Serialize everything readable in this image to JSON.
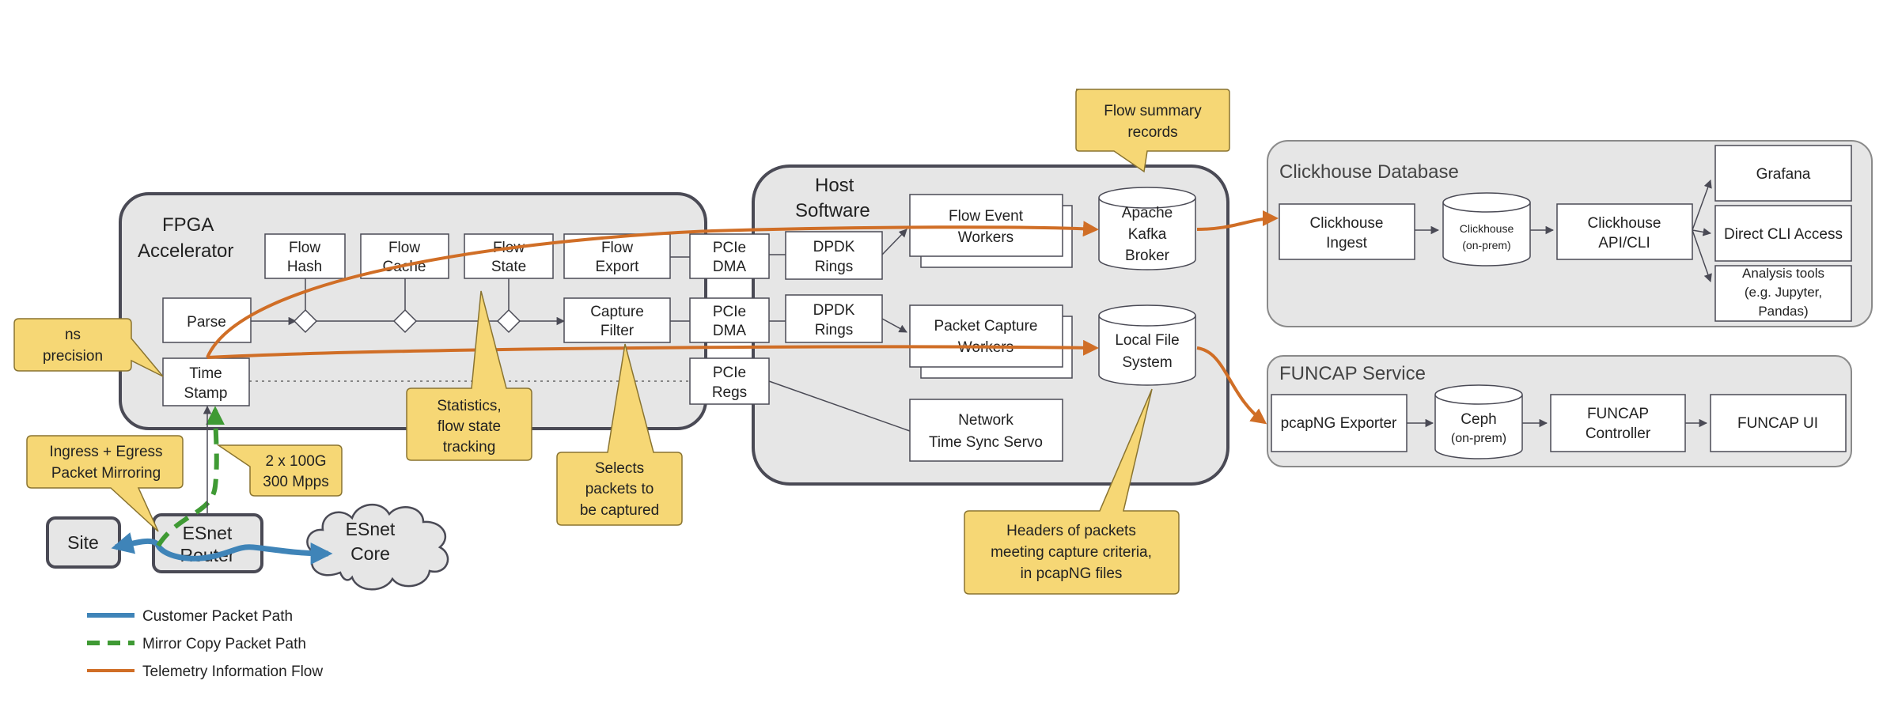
{
  "colors": {
    "region_fill": "#e6e6e6",
    "region_stroke": "#4a4a55",
    "box_stroke": "#4a4a55",
    "callout_fill": "#f6d775",
    "callout_stroke": "#8a7430",
    "customer_path": "#3f84b8",
    "mirror_path": "#3f9a34",
    "telemetry": "#d06e26",
    "arrow": "#4a4a55"
  },
  "regions": {
    "fpga": [
      "FPGA",
      "Accelerator"
    ],
    "host": [
      "Host",
      "Software"
    ],
    "clickhouse": "Clickhouse Database",
    "funcap": "FUNCAP Service"
  },
  "fpga_blocks": {
    "flow_hash": [
      "Flow",
      "Hash"
    ],
    "flow_cache": [
      "Flow",
      "Cache"
    ],
    "flow_state": [
      "Flow",
      "State"
    ],
    "flow_export": [
      "Flow",
      "Export"
    ],
    "parse": "Parse",
    "capture_filter": [
      "Capture",
      "Filter"
    ],
    "time_stamp": [
      "Time",
      "Stamp"
    ],
    "pcie_dma_1": [
      "PCIe",
      "DMA"
    ],
    "pcie_dma_2": [
      "PCIe",
      "DMA"
    ],
    "pcie_regs": [
      "PCIe",
      "Regs"
    ]
  },
  "host_blocks": {
    "dpdk_rings_1": [
      "DPDK",
      "Rings"
    ],
    "dpdk_rings_2": [
      "DPDK",
      "Rings"
    ],
    "flow_event_workers": [
      "Flow Event",
      "Workers"
    ],
    "packet_capture_workers": [
      "Packet Capture",
      "Workers"
    ],
    "network_time_sync": [
      "Network",
      "Time Sync Servo"
    ],
    "kafka": [
      "Apache",
      "Kafka",
      "Broker"
    ],
    "local_fs": [
      "Local File",
      "System"
    ]
  },
  "clickhouse_blocks": {
    "ingest": [
      "Clickhouse",
      "Ingest"
    ],
    "onprem": [
      "Clickhouse",
      "(on-prem)"
    ],
    "api": [
      "Clickhouse",
      "API/CLI"
    ],
    "grafana": "Grafana",
    "cli": "Direct CLI Access",
    "analysis": [
      "Analysis tools",
      "(e.g. Jupyter,",
      "Pandas)"
    ]
  },
  "funcap_blocks": {
    "exporter": "pcapNG Exporter",
    "ceph": [
      "Ceph",
      "(on-prem)"
    ],
    "controller": [
      "FUNCAP",
      "Controller"
    ],
    "ui": "FUNCAP UI"
  },
  "network": {
    "site": "Site",
    "router": [
      "ESnet",
      "Router"
    ],
    "core": [
      "ESnet",
      "Core"
    ]
  },
  "callouts": {
    "flow_summary": [
      "Flow summary",
      "records"
    ],
    "ns_precision": [
      "ns",
      "precision"
    ],
    "ingress_egress": [
      "Ingress + Egress",
      "Packet Mirroring"
    ],
    "bandwidth": [
      "2 x 100G",
      "300 Mpps"
    ],
    "statistics": [
      "Statistics,",
      "flow state",
      "tracking"
    ],
    "selects": [
      "Selects",
      "packets to",
      "be captured"
    ],
    "headers": [
      "Headers of packets",
      "meeting capture criteria,",
      "in pcapNG files"
    ]
  },
  "legend": {
    "customer": "Customer Packet Path",
    "mirror": "Mirror Copy Packet Path",
    "telemetry": "Telemetry Information Flow"
  }
}
